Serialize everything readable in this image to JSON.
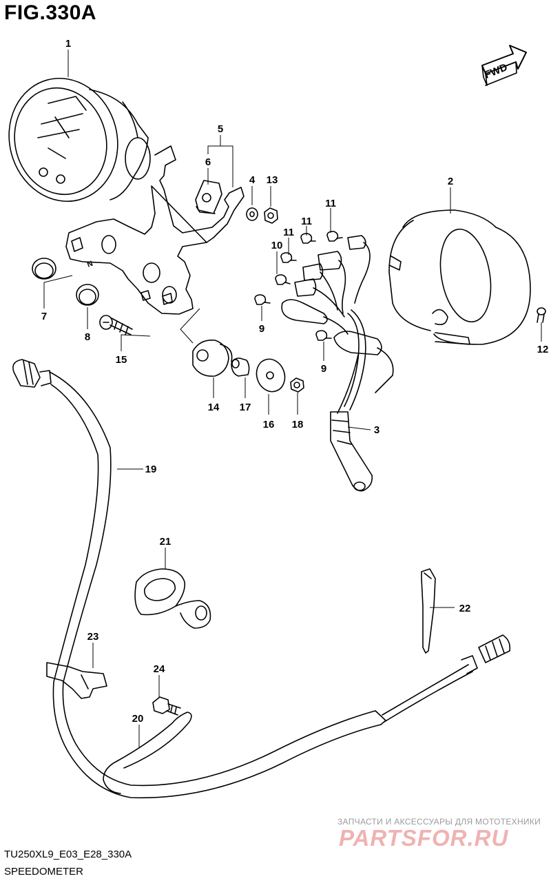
{
  "figure": {
    "title": "FIG.330A",
    "fwd_label": "FWD",
    "code": "TU250XL9_E03_E28_330A",
    "name": "SPEEDOMETER"
  },
  "callouts": [
    "1",
    "2",
    "3",
    "4",
    "5",
    "6",
    "7",
    "8",
    "9",
    "9",
    "10",
    "11",
    "11",
    "11",
    "12",
    "13",
    "14",
    "15",
    "16",
    "17",
    "18",
    "19",
    "20",
    "21",
    "22",
    "23",
    "24"
  ],
  "gear_indicator": "N",
  "watermark": {
    "line": "ЗАПЧАСТИ И АКСЕССУАРЫ ДЛЯ МОТОТЕХНИКИ",
    "brand": "PARTSFOR.RU"
  },
  "colors": {
    "line": "#000000",
    "watermark_text": "#9a9a9a",
    "watermark_brand": "#f0b2b2"
  }
}
